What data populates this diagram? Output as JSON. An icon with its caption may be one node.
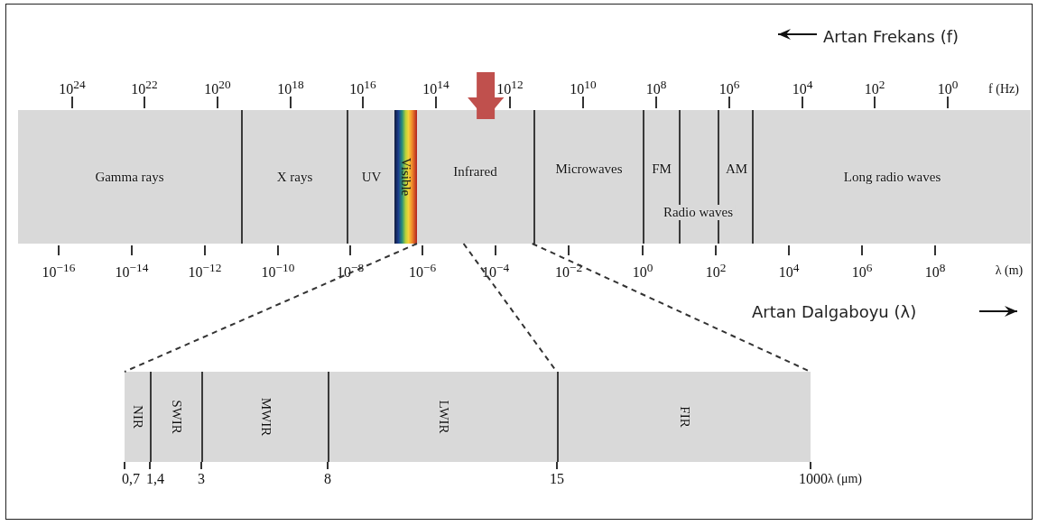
{
  "diagram": {
    "nodes": [
      {
        "text": [
          "Gamma rays"
        ]
      },
      {
        "text": [
          "X rays"
        ]
      },
      {
        "text": [
          "UV"
        ]
      },
      {
        "text": [
          "Visible"
        ]
      },
      {
        "text": [
          "Infrared"
        ]
      },
      {
        "text": [
          "Microwaves"
        ]
      },
      {
        "text": [
          "Radio waves"
        ]
      },
      {
        "text": [
          "FM"
        ],
        "in": 6
      },
      {
        "text": [
          "AM"
        ],
        "in": 6
      },
      {
        "text": [
          "Long radio waves"
        ]
      },
      {
        "text": [],
        "shape": "bar"
      },
      {
        "text": [
          "NIR"
        ],
        "in": 10
      },
      {
        "text": [
          "SWIR"
        ],
        "in": 10
      },
      {
        "text": [
          "MWIR"
        ],
        "in": 10
      },
      {
        "text": [
          "LWIR"
        ],
        "in": 10
      },
      {
        "text": [
          "FIR"
        ],
        "in": 10
      }
    ],
    "edges": [
      {
        "from": null,
        "to": 4,
        "arrow": "to",
        "style": "thick",
        "color": "#c0504d"
      },
      {
        "from": 4,
        "to": 10,
        "arrow": "none",
        "style": "dashed"
      },
      {
        "from": 4,
        "to": 10,
        "arrow": "none",
        "style": "dashed"
      },
      {
        "from": 4,
        "to": 10,
        "arrow": "none",
        "style": "dashed"
      }
    ],
    "labels": [
      "Artan Frekans (f)",
      "10$^{24}$",
      "10$^{22}$",
      "10$^{20}$",
      "10$^{18}$",
      "10$^{16}$",
      "10$^{14}$",
      "10$^{12}$",
      "10$^{10}$",
      "10$^{8}$",
      "10$^{6}$",
      "10$^{4}$",
      "10$^{2}$",
      "10$^{0}$",
      "f (Hz)",
      "10$^{−16}$",
      "10$^{−14}$",
      "10$^{−12}$",
      "10$^{−10}$",
      "10$^{−8}$",
      "10$^{−6}$",
      "10$^{−4}$",
      "10$^{−2}$",
      "10$^{0}$",
      "10$^{2}$",
      "10$^{4}$",
      "10$^{6}$",
      "10$^{8}$",
      "λ (m)",
      "Artan Dalgaboyu (λ)",
      "0,7",
      "1,4",
      "3",
      "8",
      "15",
      "1000",
      "λ (μm)"
    ]
  }
}
